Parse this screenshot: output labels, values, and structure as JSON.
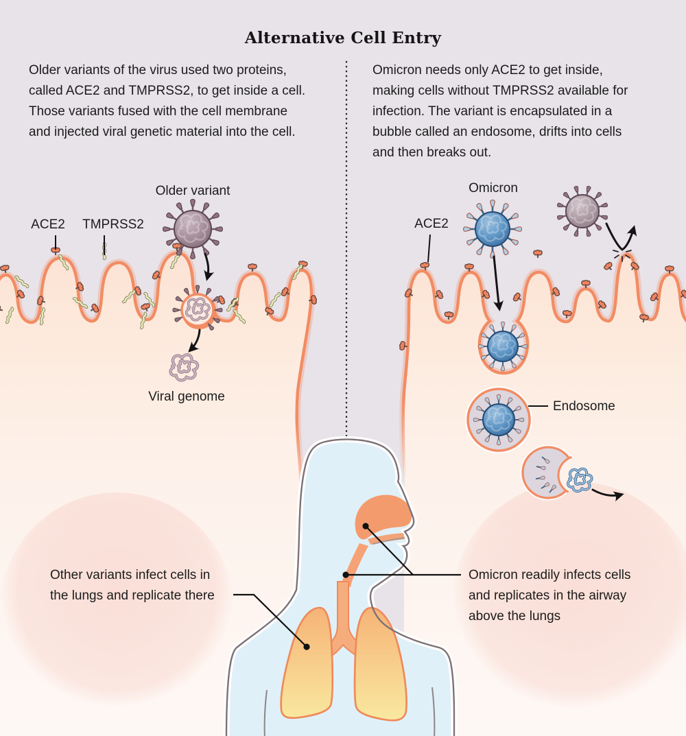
{
  "title": "Alternative Cell Entry",
  "intro": {
    "left": {
      "lines": [
        "Older variants of the virus used two proteins,",
        "called ACE2 and TMPRSS2, to get inside a cell.",
        "Those variants fused with the cell membrane",
        "and injected viral genetic material into the cell."
      ]
    },
    "right": {
      "lines": [
        "Omicron needs only ACE2 to get inside,",
        "making cells without TMPRSS2 available for",
        "infection. The variant is encapsulated in a",
        "bubble called an endosome, drifts into cells",
        "and then breaks out."
      ]
    }
  },
  "panels": {
    "left": {
      "virus_label": "Older variant",
      "receptor1_label": "ACE2",
      "receptor2_label": "TMPRSS2",
      "genome_label": "Viral genome"
    },
    "right": {
      "virus_label": "Omicron",
      "receptor1_label": "ACE2",
      "endosome_label": "Endosome"
    }
  },
  "callouts": {
    "left": {
      "lines": [
        "Other variants infect cells in",
        "the lungs and replicate there"
      ]
    },
    "right": {
      "lines": [
        "Omicron readily infects cells",
        "and replicates in the airway",
        "above the lungs"
      ]
    }
  },
  "colors": {
    "background_lavender": "#e8e3e9",
    "cell_interior_peach": "#fdeadd",
    "membrane_orange": "#f28c63",
    "ace2_receptor": "#f0835f",
    "tmprss2_receptor": "#edefbe",
    "older_variant_mauve": "#a28b97",
    "omicron_blue": "#5e96c6",
    "endosome_lavender": "#ddd6de",
    "body_blue": "#e0f0f8",
    "lung_orange": "#f6bc80",
    "text": "#1b1b1b"
  }
}
